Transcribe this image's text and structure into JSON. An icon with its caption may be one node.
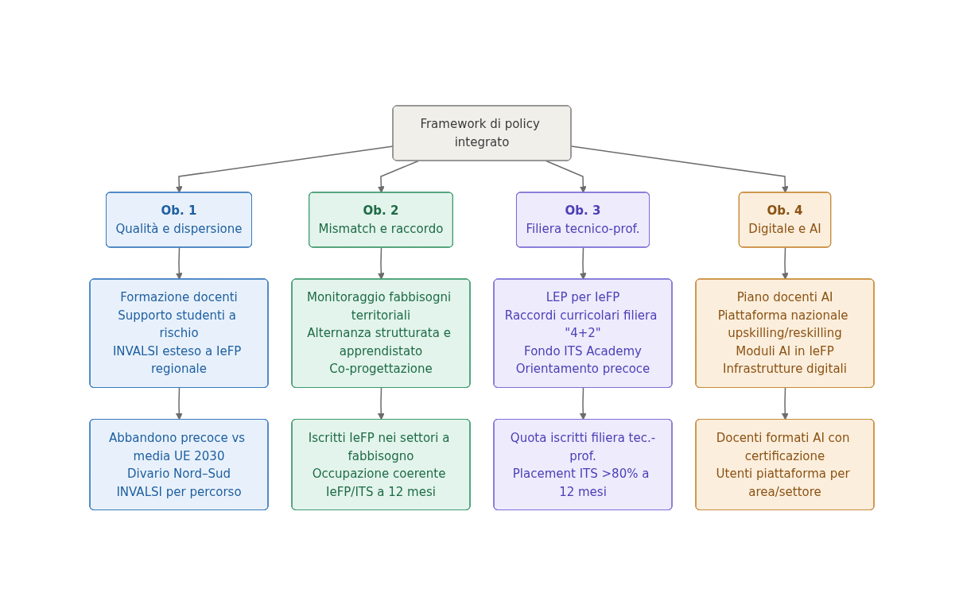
{
  "diagram": {
    "nodes": [
      {
        "text": [
          "Framework di policy integrato"
        ]
      },
      {
        "text": [
          "Ob. 1",
          "Qualità e dispersione"
        ]
      },
      {
        "text": [
          "Ob. 2",
          "Mismatch e raccordo"
        ]
      },
      {
        "text": [
          "Ob. 3",
          "Filiera tecnico-prof."
        ]
      },
      {
        "text": [
          "Ob. 4",
          "Digitale e AI"
        ]
      },
      {
        "text": [
          "Formazione docenti",
          "Supporto studenti a rischio",
          "INVALSI esteso a IeFP regionale"
        ]
      },
      {
        "text": [
          "Monitoraggio fabbisogni territoriali",
          "Alternanza strutturata e apprendistato",
          "Co-progettazione"
        ]
      },
      {
        "text": [
          "LEP per IeFP",
          "Raccordi curricolari filiera \"4+2\"",
          "Fondo ITS Academy",
          "Orientamento precoce"
        ]
      },
      {
        "text": [
          "Piano docenti AI",
          "Piattaforma nazionale upskilling/reskilling",
          "Moduli AI in IeFP",
          "Infrastrutture digitali"
        ]
      },
      {
        "text": [
          "Abbandono precoce vs media UE 2030",
          "Divario Nord–Sud",
          "INVALSI per percorso"
        ]
      },
      {
        "text": [
          "Iscritti IeFP nei settori a fabbisogno",
          "Occupazione coerente IeFP/ITS a 12 mesi"
        ]
      },
      {
        "text": [
          "Quota iscritti filiera tec.-prof.",
          "Placement ITS >80% a 12 mesi"
        ]
      },
      {
        "text": [
          "Docenti formati AI con certificazione",
          "Utenti piattaforma per area/settore"
        ]
      }
    ],
    "edges": [
      {
        "from": 0,
        "to": 1,
        "arrow": "to"
      },
      {
        "from": 0,
        "to": 2,
        "arrow": "to"
      },
      {
        "from": 0,
        "to": 3,
        "arrow": "to"
      },
      {
        "from": 0,
        "to": 4,
        "arrow": "to"
      },
      {
        "from": 1,
        "to": 5,
        "arrow": "to"
      },
      {
        "from": 2,
        "to": 6,
        "arrow": "to"
      },
      {
        "from": 3,
        "to": 7,
        "arrow": "to"
      },
      {
        "from": 4,
        "to": 8,
        "arrow": "to"
      },
      {
        "from": 5,
        "to": 9,
        "arrow": "to"
      },
      {
        "from": 6,
        "to": 10,
        "arrow": "to"
      },
      {
        "from": 7,
        "to": 11,
        "arrow": "to"
      },
      {
        "from": 8,
        "to": 12,
        "arrow": "to"
      }
    ]
  }
}
